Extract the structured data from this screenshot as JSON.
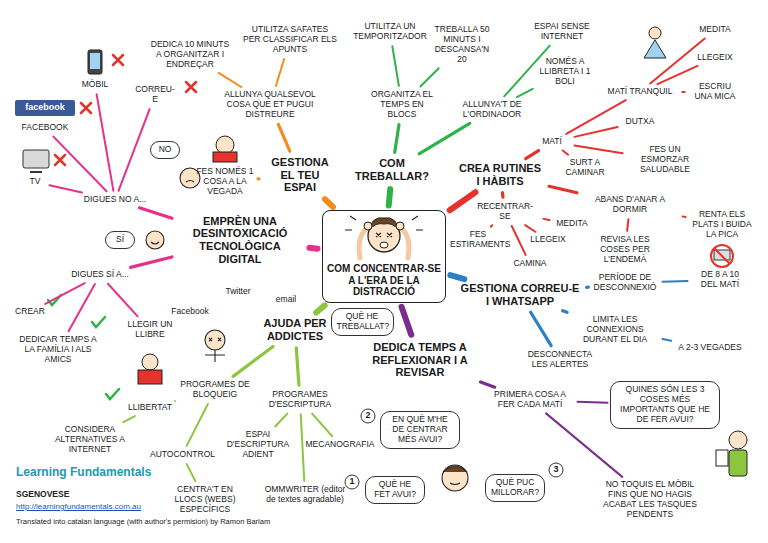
{
  "diagram": {
    "nodes": [
      {
        "text": [
          "COM CONCENTRAR-SE A L'ERA DE LA DISTRACCIÓ"
        ]
      },
      {
        "text": [
          "GESTIONA EL TEU ESPAI"
        ]
      },
      {
        "text": [
          "COM TREBALLAR?"
        ]
      },
      {
        "text": [
          "CREA RUTINES I HÀBITS"
        ]
      },
      {
        "text": [
          "GESTIONA CORREU-E I WHATSAPP"
        ]
      },
      {
        "text": [
          "DEDICA TEMPS A REFLEXIONAR I A REVISAR"
        ]
      },
      {
        "text": [
          "AJUDA PER ADDICTES"
        ]
      },
      {
        "text": [
          "EMPRÈN UNA DESINTOXICACIÓ TECNOLÒGICA DIGITAL"
        ]
      },
      {
        "text": [
          "ALLUNYA QUALSEVOL COSA QUE ET PUGUI DISTREURE"
        ]
      },
      {
        "text": [
          "UTILITZA SAFATES PER CLASSIFICAR ELS APUNTS"
        ]
      },
      {
        "text": [
          "DEDICA 10 MINUTS A ORGANITZAR I ENDREÇAR"
        ]
      },
      {
        "text": [
          "FES NOMÉS 1 COSA A LA VEGADA"
        ]
      },
      {
        "text": [
          "ORGANITZA EL TEMPS EN BLOCS"
        ]
      },
      {
        "text": [
          "UTILITZA UN TEMPORITZADOR"
        ]
      },
      {
        "text": [
          "TREBALLA 50 MINUTS I DESCANSA'N 20"
        ]
      },
      {
        "text": [
          "ALLUNYA'T DE L'ORDINADOR"
        ]
      },
      {
        "text": [
          "ESPAI SENSE INTERNET"
        ]
      },
      {
        "text": [
          "NOMÉS A LLIBRETA I 1 BOLI"
        ]
      },
      {
        "text": [
          "MATÍ"
        ]
      },
      {
        "text": [
          "MATÍ TRANQUIL"
        ]
      },
      {
        "text": [
          "MEDITA"
        ]
      },
      {
        "text": [
          "LLEGEIX"
        ]
      },
      {
        "text": [
          "ESCRIU UNA MICA"
        ]
      },
      {
        "text": [
          "DUTXA"
        ]
      },
      {
        "text": [
          "SURT A CAMINAR"
        ]
      },
      {
        "text": [
          "FES UN ESMORZAR SALUDABLE"
        ]
      },
      {
        "text": [
          "ABANS D'ANAR A DORMIR"
        ]
      },
      {
        "text": [
          "RENTA ELS PLATS I BUIDA LA PICA"
        ]
      },
      {
        "text": [
          "REVISA LES COSES PER L'ENDEMÀ"
        ]
      },
      {
        "text": [
          "RECENTRAR-SE"
        ]
      },
      {
        "text": [
          "FES ESTIRAMENTS"
        ]
      },
      {
        "text": [
          "CAMINA"
        ]
      },
      {
        "text": [
          "LLEGEIX"
        ]
      },
      {
        "text": [
          "MEDITA"
        ]
      },
      {
        "text": [
          "PERÍODE DE DESCONNEXIÓ"
        ]
      },
      {
        "text": [
          "DE 8 A 10 DEL MATÍ"
        ]
      },
      {
        "text": [
          "LIMITA LES CONNEXIONS DURANT EL DIA"
        ]
      },
      {
        "text": [
          "A 2-3 VEGADES"
        ]
      },
      {
        "text": [
          "DESCONNECTA LES ALERTES"
        ]
      },
      {
        "text": [
          "QUÈ HE TREBALLAT?"
        ]
      },
      {
        "text": [
          "PRIMERA COSA A FER CADA MATÍ"
        ]
      },
      {
        "text": [
          "QUINES SÓN LES 3 COSES MÉS IMPORTANTS QUE HE DE FER AVUI?"
        ]
      },
      {
        "text": [
          "NO TOQUIS EL MÒBIL FINS QUE NO HAGIS ACABAT LES TASQUES PENDENTS"
        ]
      },
      {
        "text": [
          "EN QUÈ M'HE DE CENTRAR MÉS AVUI?"
        ]
      },
      {
        "text": [
          "QUÈ HE FET AVUI?"
        ]
      },
      {
        "text": [
          "QUÈ PUC MILLORAR?"
        ]
      },
      {
        "text": [
          "PROGRAMES DE BLOQUEIG"
        ]
      },
      {
        "text": [
          "LLIBERTAT"
        ]
      },
      {
        "text": [
          "CONSIDERA ALTERNATIVES A INTERNET"
        ]
      },
      {
        "text": [
          "AUTOCONTROL"
        ]
      },
      {
        "text": [
          "CENTRA'T EN LLOCS (WEBS) ESPECÍFICS"
        ]
      },
      {
        "text": [
          "PROGRAMES D'ESCRIPTURA"
        ]
      },
      {
        "text": [
          "ESPAI D'ESCRIPTURA ADIENT"
        ]
      },
      {
        "text": [
          "MECANOGRAFIA"
        ]
      },
      {
        "text": [
          "OMMWRITER (editor de textes agradable)"
        ]
      },
      {
        "text": [
          "DIGUES NO A..."
        ]
      },
      {
        "text": [
          "MÒBIL"
        ]
      },
      {
        "text": [
          "CORREU-E"
        ]
      },
      {
        "text": [
          "FACEBOOK"
        ]
      },
      {
        "text": [
          "TV"
        ]
      },
      {
        "text": [
          "NO"
        ]
      },
      {
        "text": [
          "DIGUES SÍ A..."
        ]
      },
      {
        "text": [
          "SÍ"
        ]
      },
      {
        "text": [
          "CREAR"
        ]
      },
      {
        "text": [
          "DEDICAR TEMPS A LA FAMÍLIA I ALS AMICS"
        ]
      },
      {
        "text": [
          "LLEGIR UN LLIBRE"
        ]
      }
    ],
    "edges": [
      {
        "from": 0,
        "to": 1,
        "arrow": "none"
      },
      {
        "from": 0,
        "to": 2,
        "arrow": "none"
      },
      {
        "from": 0,
        "to": 3,
        "arrow": "none"
      },
      {
        "from": 0,
        "to": 4,
        "arrow": "none"
      },
      {
        "from": 0,
        "to": 5,
        "arrow": "none"
      },
      {
        "from": 0,
        "to": 6,
        "arrow": "none"
      },
      {
        "from": 0,
        "to": 7,
        "arrow": "none"
      },
      {
        "from": 1,
        "to": 8,
        "arrow": "none"
      },
      {
        "from": 8,
        "to": 9,
        "arrow": "none"
      },
      {
        "from": 8,
        "to": 10,
        "arrow": "none"
      },
      {
        "from": 1,
        "to": 11,
        "arrow": "none"
      },
      {
        "from": 2,
        "to": 12,
        "arrow": "none"
      },
      {
        "from": 12,
        "to": 13,
        "arrow": "none"
      },
      {
        "from": 12,
        "to": 14,
        "arrow": "none"
      },
      {
        "from": 2,
        "to": 15,
        "arrow": "none"
      },
      {
        "from": 15,
        "to": 16,
        "arrow": "none"
      },
      {
        "from": 15,
        "to": 17,
        "arrow": "none"
      },
      {
        "from": 3,
        "to": 18,
        "arrow": "none"
      },
      {
        "from": 18,
        "to": 19,
        "arrow": "none"
      },
      {
        "from": 19,
        "to": 20,
        "arrow": "none"
      },
      {
        "from": 19,
        "to": 21,
        "arrow": "none"
      },
      {
        "from": 19,
        "to": 22,
        "arrow": "none"
      },
      {
        "from": 18,
        "to": 23,
        "arrow": "none"
      },
      {
        "from": 18,
        "to": 24,
        "arrow": "none"
      },
      {
        "from": 18,
        "to": 25,
        "arrow": "none"
      },
      {
        "from": 3,
        "to": 26,
        "arrow": "none"
      },
      {
        "from": 26,
        "to": 27,
        "arrow": "none"
      },
      {
        "from": 26,
        "to": 28,
        "arrow": "none"
      },
      {
        "from": 3,
        "to": 29,
        "arrow": "none"
      },
      {
        "from": 29,
        "to": 30,
        "arrow": "none"
      },
      {
        "from": 29,
        "to": 31,
        "arrow": "none"
      },
      {
        "from": 29,
        "to": 32,
        "arrow": "none"
      },
      {
        "from": 29,
        "to": 33,
        "arrow": "none"
      },
      {
        "from": 4,
        "to": 34,
        "arrow": "none"
      },
      {
        "from": 34,
        "to": 35,
        "arrow": "none"
      },
      {
        "from": 4,
        "to": 36,
        "arrow": "none"
      },
      {
        "from": 36,
        "to": 37,
        "arrow": "none"
      },
      {
        "from": 4,
        "to": 38,
        "arrow": "none"
      },
      {
        "from": 5,
        "to": 40,
        "arrow": "none"
      },
      {
        "from": 40,
        "to": 41,
        "arrow": "none"
      },
      {
        "from": 40,
        "to": 42,
        "arrow": "none"
      },
      {
        "from": 6,
        "to": 46,
        "arrow": "none"
      },
      {
        "from": 46,
        "to": 47,
        "arrow": "none"
      },
      {
        "from": 47,
        "to": 48,
        "arrow": "none"
      },
      {
        "from": 46,
        "to": 49,
        "arrow": "none"
      },
      {
        "from": 49,
        "to": 50,
        "arrow": "none"
      },
      {
        "from": 6,
        "to": 51,
        "arrow": "none"
      },
      {
        "from": 51,
        "to": 52,
        "arrow": "none"
      },
      {
        "from": 51,
        "to": 53,
        "arrow": "none"
      },
      {
        "from": 51,
        "to": 54,
        "arrow": "none"
      },
      {
        "from": 7,
        "to": 55,
        "arrow": "none"
      },
      {
        "from": 55,
        "to": 56,
        "arrow": "none"
      },
      {
        "from": 55,
        "to": 57,
        "arrow": "none"
      },
      {
        "from": 55,
        "to": 58,
        "arrow": "none"
      },
      {
        "from": 55,
        "to": 59,
        "arrow": "none"
      },
      {
        "from": 7,
        "to": 61,
        "arrow": "none"
      },
      {
        "from": 61,
        "to": 63,
        "arrow": "none"
      },
      {
        "from": 61,
        "to": 64,
        "arrow": "none"
      },
      {
        "from": 61,
        "to": 65,
        "arrow": "none"
      }
    ],
    "labels": [
      "facebook",
      "Twitter",
      "email",
      "Facebook",
      "2",
      "1",
      "3",
      "Learning Fundamentals",
      "SGENOVESE",
      "http://learningfundamentals.com.au",
      "Translated into catalan language (with author's permision) by Ramon Barlam"
    ]
  }
}
